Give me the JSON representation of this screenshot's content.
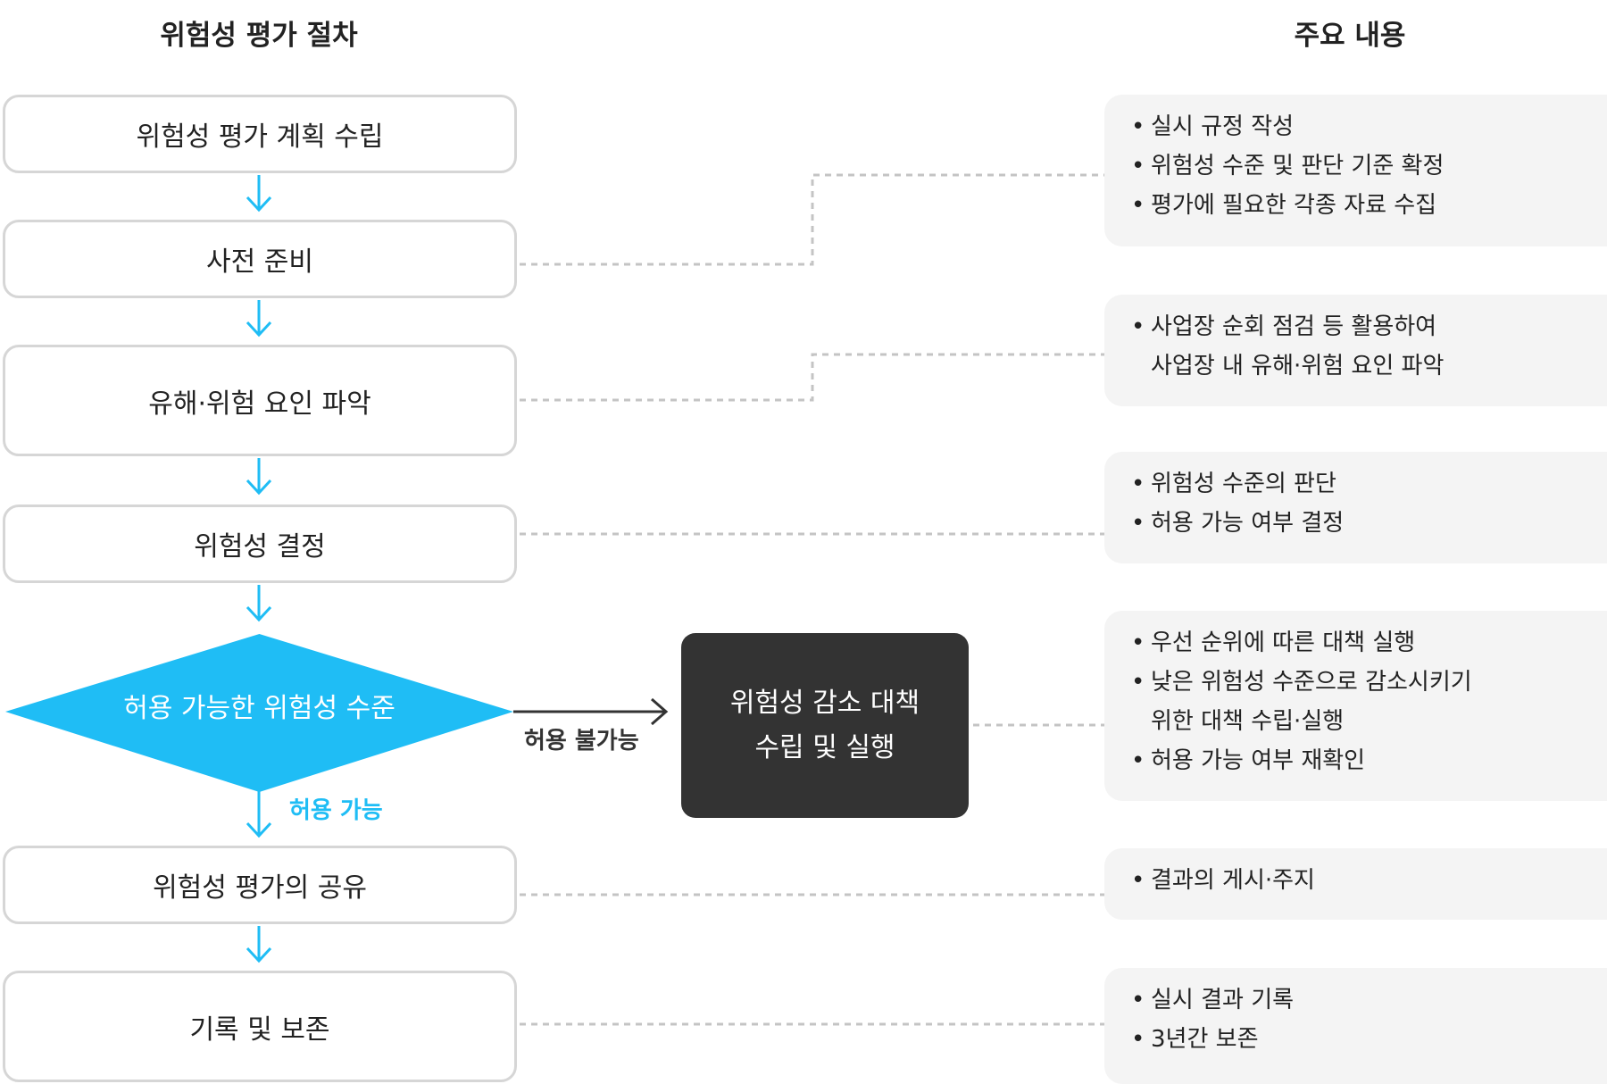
{
  "headers": {
    "left": "위험성 평가 절차",
    "right": "주요 내용"
  },
  "steps": [
    {
      "label": "위험성 평가 계획 수립"
    },
    {
      "label": "사전 준비"
    },
    {
      "label": "유해·위험 요인 파악"
    },
    {
      "label": "위험성 결정"
    },
    {
      "label": "위험성 평가의 공유"
    },
    {
      "label": "기록 및 보존"
    }
  ],
  "decision": {
    "label": "허용 가능한 위험성 수준",
    "yes_label": "허용 가능",
    "no_label": "허용 불가능"
  },
  "action": {
    "line1": "위험성 감소 대책",
    "line2": "수립 및 실행"
  },
  "notes": [
    {
      "lines": [
        {
          "bullet": true,
          "text": "실시 규정 작성"
        },
        {
          "bullet": true,
          "text": "위험성 수준 및 판단 기준 확정"
        },
        {
          "bullet": true,
          "text": "평가에 필요한 각종 자료 수집"
        }
      ]
    },
    {
      "lines": [
        {
          "bullet": true,
          "text": "사업장 순회 점검 등 활용하여"
        },
        {
          "bullet": false,
          "text": "사업장 내 유해·위험 요인 파악"
        }
      ]
    },
    {
      "lines": [
        {
          "bullet": true,
          "text": "위험성 수준의 판단"
        },
        {
          "bullet": true,
          "text": "허용 가능 여부 결정"
        }
      ]
    },
    {
      "lines": [
        {
          "bullet": true,
          "text": "우선 순위에 따른 대책 실행"
        },
        {
          "bullet": true,
          "text": "낮은 위험성 수준으로 감소시키기"
        },
        {
          "bullet": false,
          "text": "위한 대책 수립·실행"
        },
        {
          "bullet": true,
          "text": "허용 가능 여부 재확인"
        }
      ]
    },
    {
      "lines": [
        {
          "bullet": true,
          "text": "결과의 게시·주지"
        }
      ]
    },
    {
      "lines": [
        {
          "bullet": true,
          "text": "실시 결과 기록"
        },
        {
          "bullet": true,
          "text": "3년간 보존"
        }
      ]
    }
  ],
  "colors": {
    "accent": "#1fbdf5",
    "dark_box": "#333333",
    "step_border": "#d6d6d6",
    "note_bg": "#f4f4f4",
    "connector": "#c4c4c4",
    "text": "#222222"
  }
}
